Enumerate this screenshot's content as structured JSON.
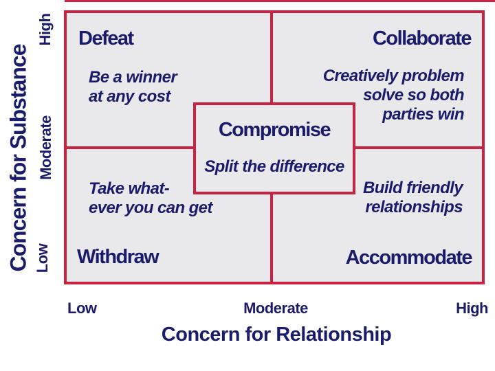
{
  "colors": {
    "border_red": "#c92242",
    "text_navy": "#1b1b6b",
    "cell_fill": "#e9e8ea",
    "background": "#ffffff"
  },
  "y_axis": {
    "title": "Concern for Substance",
    "ticks": [
      "High",
      "Moderate",
      "Low"
    ]
  },
  "x_axis": {
    "title": "Concern for Relationship",
    "ticks": [
      "Low",
      "Moderate",
      "High"
    ]
  },
  "quadrants": {
    "defeat": {
      "title": "Defeat",
      "description": "Be a winner\nat any cost"
    },
    "collaborate": {
      "title": "Collaborate",
      "description": "Creatively problem\nsolve so both\nparties win"
    },
    "withdraw": {
      "title": "Withdraw",
      "description": "Take what-\never you can get"
    },
    "accommodate": {
      "title": "Accommodate",
      "description": "Build friendly\nrelationships"
    },
    "compromise": {
      "title": "Compromise",
      "description": "Split the difference"
    }
  }
}
